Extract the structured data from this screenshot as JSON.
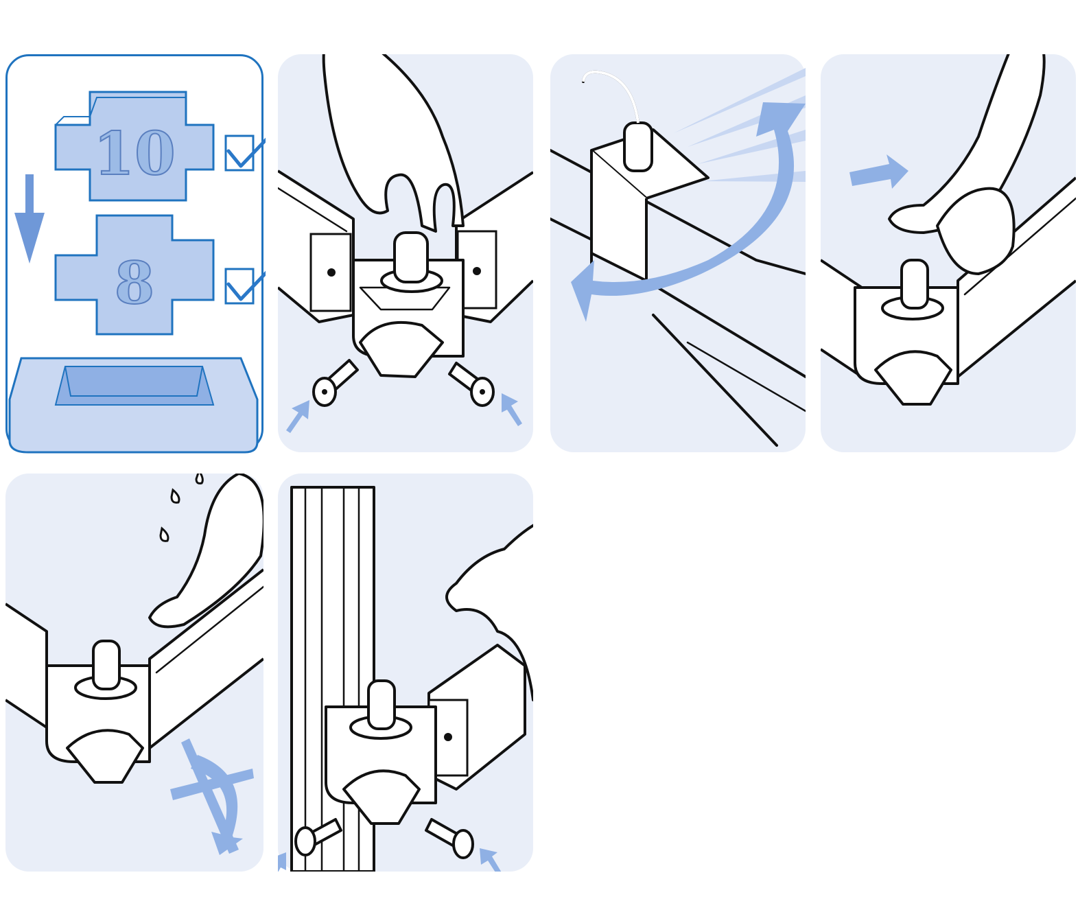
{
  "legend": {
    "sizes": [
      "10",
      "8"
    ],
    "accent_color": "#1f73bf",
    "fill_color": "#b9cdee"
  },
  "panels": [
    {
      "id": "legend",
      "icon": "size-selection"
    },
    {
      "id": "step-insert-screws",
      "icon": "hand-inserting-screws"
    },
    {
      "id": "step-rotate",
      "icon": "rotate-arrow"
    },
    {
      "id": "step-push",
      "icon": "hand-pushing"
    },
    {
      "id": "step-no-rotate",
      "icon": "crossed-rotation"
    },
    {
      "id": "step-vertical-mount",
      "icon": "hand-vertical-mount"
    }
  ]
}
